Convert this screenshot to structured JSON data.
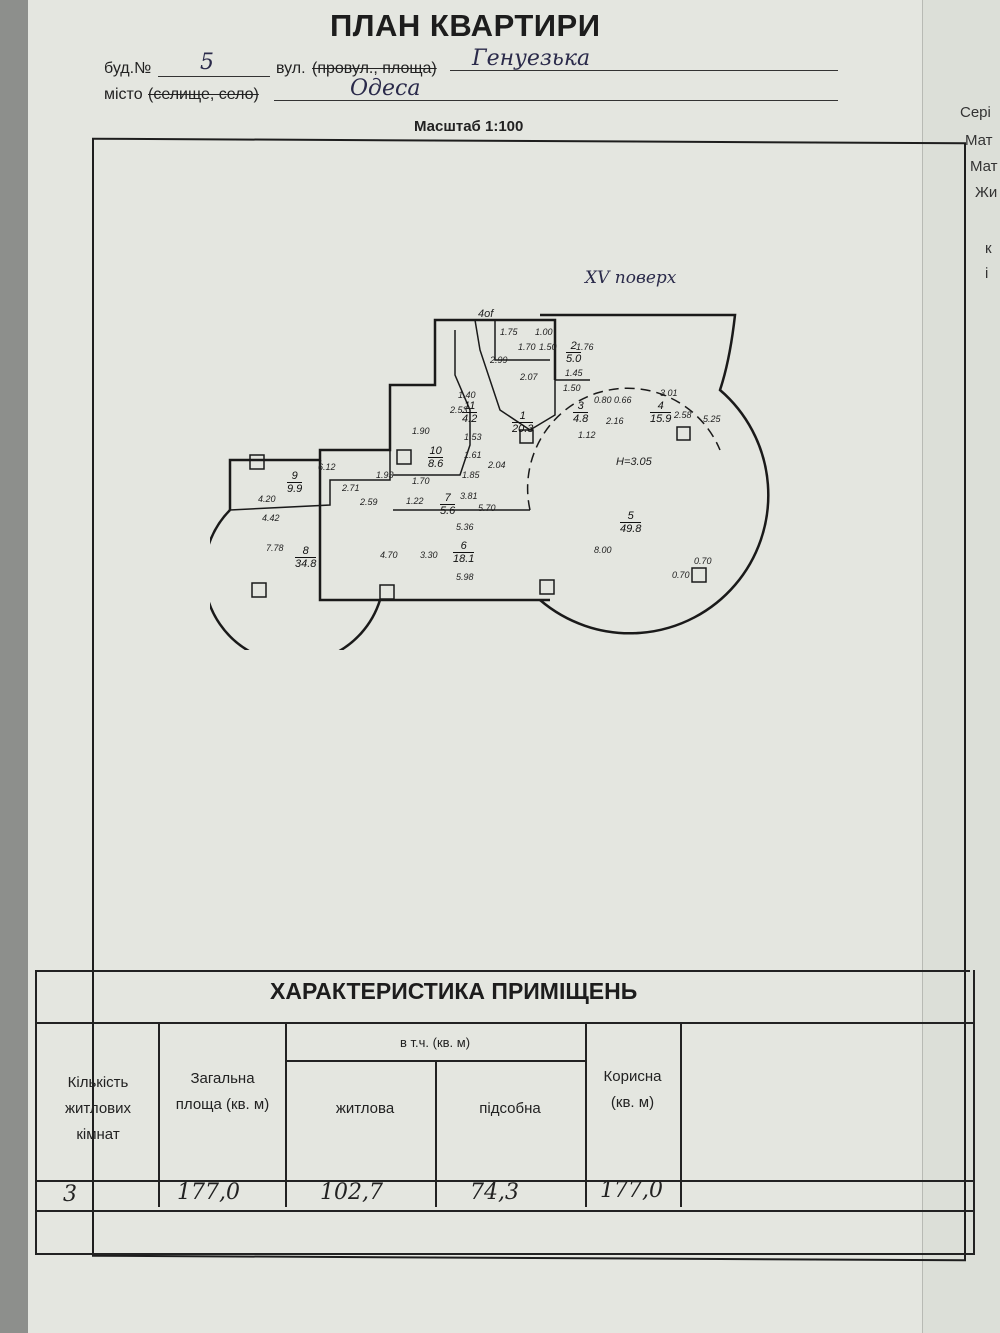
{
  "header": {
    "title": "ПЛАН КВАРТИРИ",
    "building_label": "буд.№",
    "building_value": "5",
    "street_label": "вул.",
    "street_struck": "(провул., площа)",
    "street_value": "Генуезька",
    "city_label": "місто",
    "city_struck": "(селище, село)",
    "city_value": "Одеса",
    "scale": "Масштаб 1:100"
  },
  "plan": {
    "floor_label": "XV поверх",
    "height": "H=3.05",
    "mark": "4of",
    "rooms": [
      {
        "n": "1",
        "area": "20.3"
      },
      {
        "n": "2",
        "area": "5.0"
      },
      {
        "n": "3",
        "area": "4.8"
      },
      {
        "n": "4",
        "area": "15.9"
      },
      {
        "n": "5",
        "area": "49.8"
      },
      {
        "n": "6",
        "area": "18.1"
      },
      {
        "n": "7",
        "area": "5.6"
      },
      {
        "n": "8",
        "area": "34.8"
      },
      {
        "n": "9",
        "area": "9.9"
      },
      {
        "n": "10",
        "area": "8.6"
      },
      {
        "n": "11",
        "area": "4.2"
      }
    ],
    "dimensions": [
      "1.75",
      "1.00",
      "1.70",
      "1.50",
      "1.76",
      "1.45",
      "2.99",
      "2.07",
      "1.50",
      "0.80",
      "0.66",
      "3.01",
      "1.40",
      "2.53",
      "1.53",
      "1.90",
      "1.61",
      "1.85",
      "2.04",
      "6.12",
      "1.93",
      "4.20",
      "2.71",
      "2.59",
      "4.42",
      "3.81",
      "5.70",
      "5.36",
      "3.30",
      "5.98",
      "4.70",
      "7.78",
      "8.00",
      "5.25",
      "2.58",
      "2.16",
      "1.12",
      "0.70",
      "0.70",
      "1.70",
      "1.22"
    ]
  },
  "table": {
    "title": "ХАРАКТЕРИСТИКА ПРИМІЩЕНЬ",
    "col_rooms": "Кількість житлових кімнат",
    "col_total": "Загальна площа (кв. м)",
    "col_incl": "в т.ч. (кв. м)",
    "col_living": "житлова",
    "col_aux": "підсобна",
    "col_useful": "Корисна (кв. м)",
    "values": {
      "rooms": "3",
      "total": "177,0",
      "living": "102,7",
      "aux": "74,3",
      "useful": "177,0"
    }
  },
  "next_sheet": [
    "Сері",
    "Мат",
    "Мат",
    "Жи",
    "к",
    "і"
  ]
}
